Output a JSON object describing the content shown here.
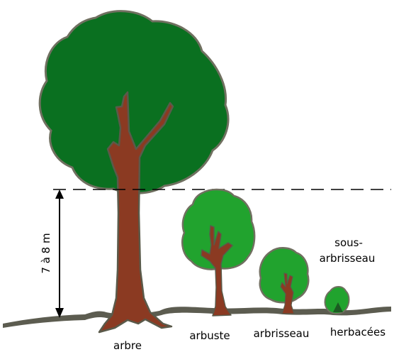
{
  "labels": {
    "arbre": "arbre",
    "arbuste": "arbuste",
    "arbrisseau": "arbrisseau",
    "herbacees": "herbacées",
    "sous_line1": "sous-",
    "sous_line2": "arbrisseau",
    "height": "7 à 8 m"
  },
  "colors": {
    "tree_canopy": "#0a7020",
    "tree_canopy_outline": "#707060",
    "small_canopy": "#21a32e",
    "trunk": "#8b3a22",
    "trunk_outline": "#5a5a4a",
    "ground": "#5c5c50",
    "dashed_line": "#000000",
    "arrow": "#000000"
  }
}
